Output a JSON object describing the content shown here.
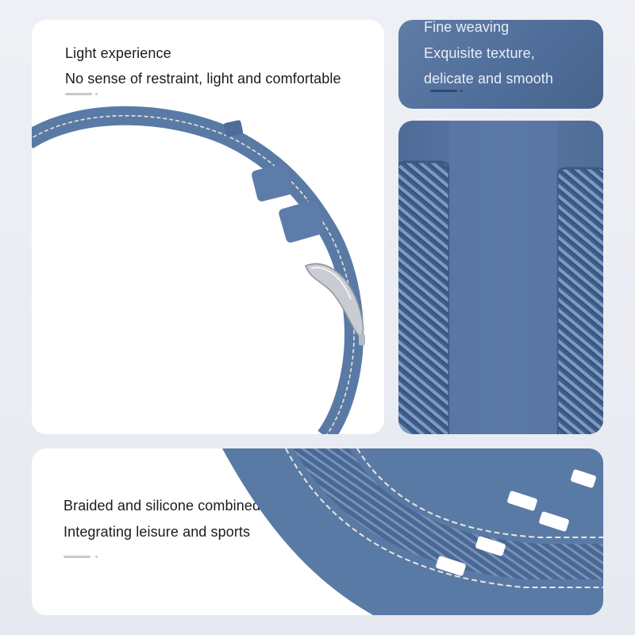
{
  "panels": {
    "light": {
      "line1": "Light experience",
      "line2": "No sense of restraint, light and comfortable"
    },
    "weaving": {
      "line1": "Fine weaving",
      "line2": "Exquisite texture,",
      "line3": "delicate and smooth"
    },
    "combined": {
      "line1": "Braided and silicone combined",
      "line2": "Integrating leisure and sports"
    }
  },
  "colors": {
    "strap_blue": "#5a7aa6",
    "stitch": "#e9e6dc",
    "buckle_silver": "#c9ccd2"
  }
}
